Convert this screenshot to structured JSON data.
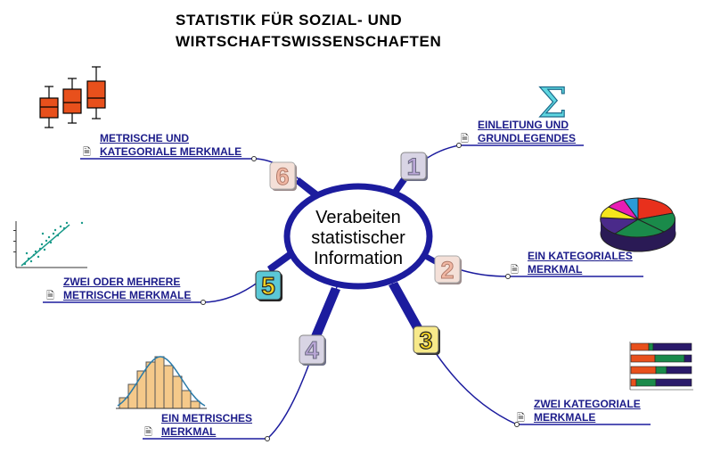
{
  "title": {
    "line1": "STATISTIK FÜR SOZIAL- UND",
    "line2": "WIRTSCHAFTSWISSENSCHAFTEN"
  },
  "center": {
    "line1": "Verabeiten",
    "line2": "statistischer",
    "line3": "Information"
  },
  "branches": [
    {
      "number": "1",
      "line1": "EINLEITUNG UND",
      "line2": "GRUNDLEGENDES",
      "number_color": "#b9a6d6"
    },
    {
      "number": "2",
      "line1": "EIN KATEGORIALES",
      "line2": "MERKMAL",
      "number_color": "#f2b8a4"
    },
    {
      "number": "3",
      "line1": "ZWEI KATEGORIALE",
      "line2": "MERKMALE",
      "number_color": "#f5d323"
    },
    {
      "number": "4",
      "line1": "EIN METRISCHES",
      "line2": "MERKMAL",
      "number_color": "#b9a6d6"
    },
    {
      "number": "5",
      "line1": "ZWEI ODER MEHRERE",
      "line2": "METRISCHE MERKMALE",
      "number_color": "#f5d323"
    },
    {
      "number": "6",
      "line1": "METRISCHE UND",
      "line2": "KATEGORIALE MERKMALE",
      "number_color": "#f2b8a4"
    }
  ],
  "icons": {
    "sigma": "Σ",
    "doc": "🗎"
  },
  "colors": {
    "ellipse": "#1c1c9e",
    "link_text": "#1c1c8a",
    "boxplot": "#e8501c",
    "histogram": "#f5c98a",
    "scatter": "#1a9a8a"
  }
}
